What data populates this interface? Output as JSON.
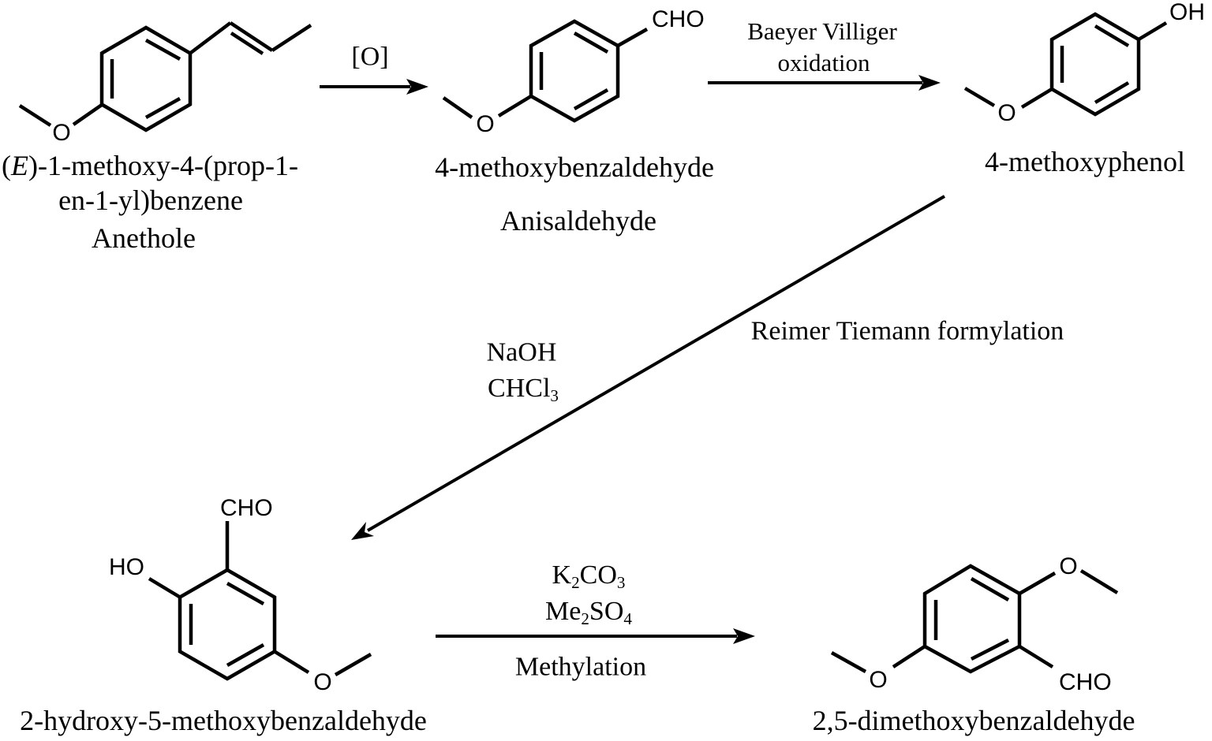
{
  "colors": {
    "background": "#ffffff",
    "ink": "#000000"
  },
  "atoms": {
    "oxygen": "O",
    "hydroxyl": "OH",
    "hydroxyl_left": "HO",
    "aldehyde": "CHO"
  },
  "compounds": {
    "anethole": {
      "iupac_open_paren": "(",
      "iupac_stereo": "E",
      "iupac_line1_rest": ")-1-methoxy-4-(prop-1-",
      "iupac_line2": "en-1-yl)benzene",
      "common_name": "Anethole"
    },
    "anisaldehyde": {
      "iupac": "4-methoxybenzaldehyde",
      "common_name": "Anisaldehyde"
    },
    "methoxyphenol": {
      "name": "4-methoxyphenol"
    },
    "hydroxymethoxybenzaldehyde": {
      "name": "2-hydroxy-5-methoxybenzaldehyde"
    },
    "dimethoxybenzaldehyde": {
      "name": "2,5-dimethoxybenzaldehyde"
    }
  },
  "reactions": {
    "oxidation": {
      "reagent": "[O]"
    },
    "baeyer_villiger": {
      "name_line1": "Baeyer Villiger",
      "name_line2": "oxidation"
    },
    "reimer_tiemann": {
      "name": "Reimer Tiemann formylation",
      "reagent1": "NaOH",
      "reagent2_base": "CHCl",
      "reagent2_sub": "3"
    },
    "methylation": {
      "name": "Methylation",
      "reagent1_base1": "K",
      "reagent1_sub1": "2",
      "reagent1_base2": "CO",
      "reagent1_sub2": "3",
      "reagent2_base1": "Me",
      "reagent2_sub1": "2",
      "reagent2_base2": "SO",
      "reagent2_sub2": "4"
    }
  }
}
